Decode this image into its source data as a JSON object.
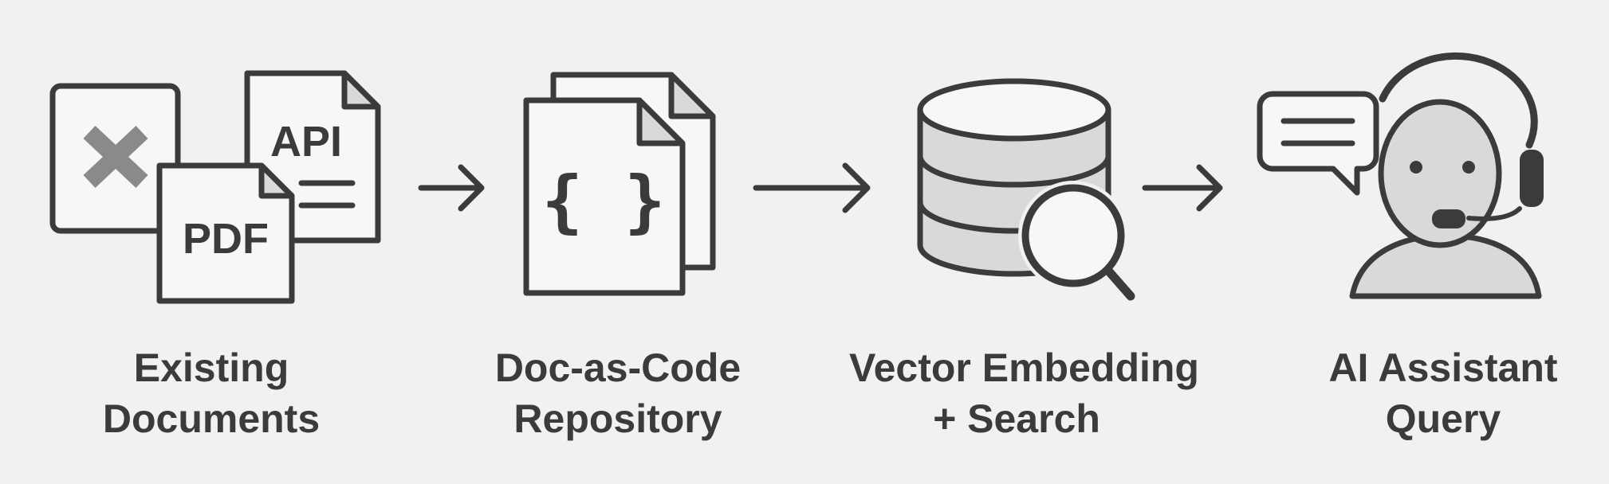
{
  "colors": {
    "background": "#f1f1f1",
    "stroke": "#3b3b3b",
    "fill_light": "#f7f7f7",
    "fill_gray": "#d9d9d9",
    "x_mark": "#8a8a8a"
  },
  "steps": [
    {
      "icon": "documents-stack-icon",
      "icon_labels": {
        "api": "API",
        "pdf": "PDF"
      },
      "caption": [
        "Existing",
        "Documents"
      ]
    },
    {
      "icon": "code-file-icon",
      "icon_labels": {
        "braces": "{ }"
      },
      "caption": [
        "Doc-as-Code",
        "Repository"
      ]
    },
    {
      "icon": "database-search-icon",
      "caption": [
        "Vector Embedding",
        "+ Search"
      ]
    },
    {
      "icon": "support-agent-icon",
      "caption": [
        "AI Assistant",
        "Query"
      ]
    }
  ],
  "connectors": [
    "arrow-right-icon",
    "arrow-right-icon",
    "arrow-right-icon"
  ]
}
